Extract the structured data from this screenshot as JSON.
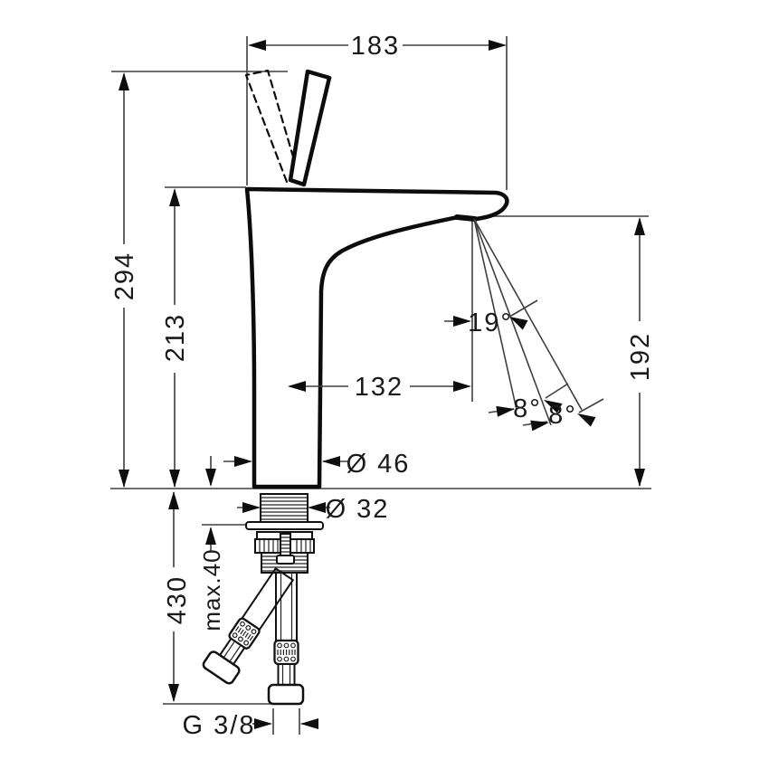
{
  "figure": {
    "type": "faucet-technical-drawing",
    "line_color": "#1a1a1a",
    "dimensions": {
      "width_183": "183",
      "height_294": "294",
      "height_213": "213",
      "height_192": "192",
      "reach_132": "132",
      "angle_19": "19°",
      "angle_8_first": "8°",
      "angle_8_second": "8°",
      "dia_46": "Ø 46",
      "dia_32": "Ø 32",
      "max_40": "max.40",
      "length_430": "430",
      "thread_g38": "G 3/8"
    }
  }
}
